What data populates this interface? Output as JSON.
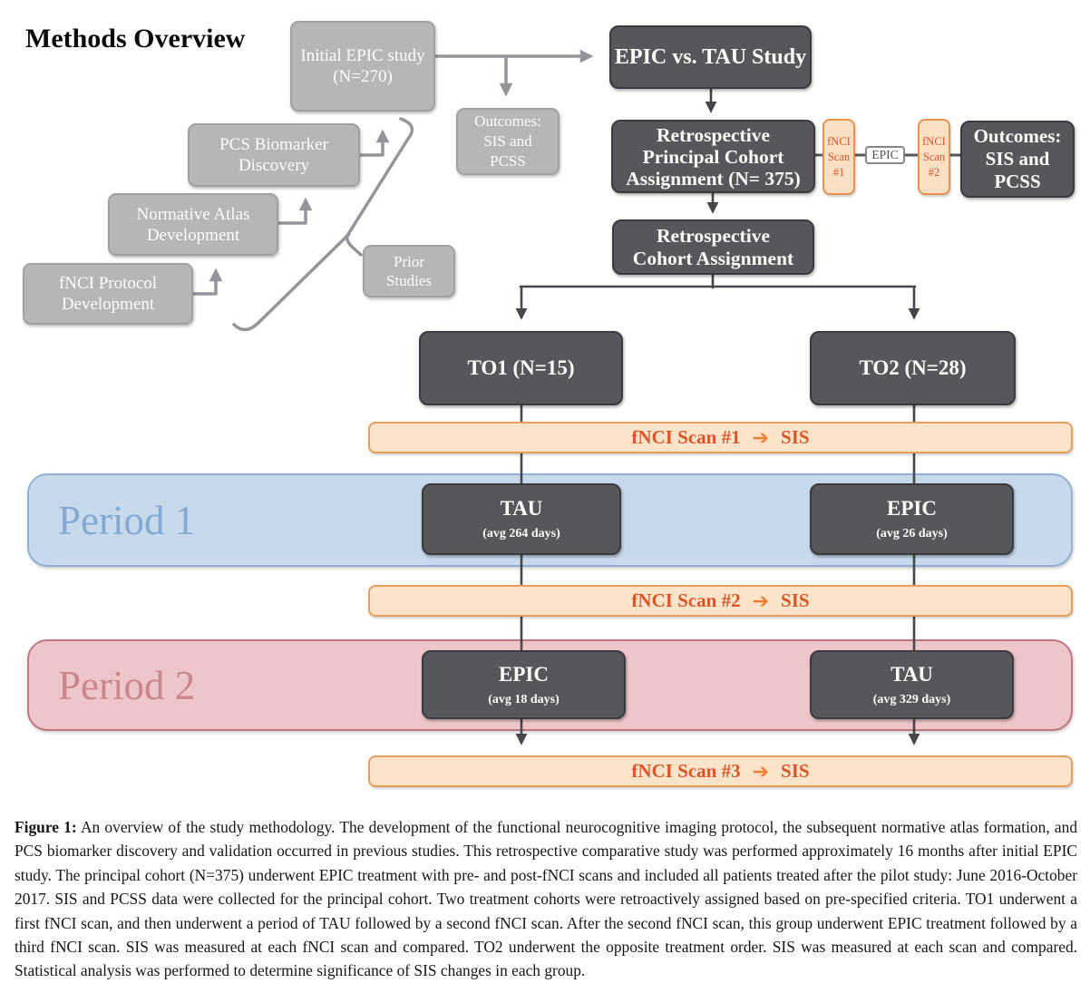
{
  "title": "Methods Overview",
  "colors": {
    "dark_box": "#56575a",
    "gray_box": "#b5b6b8",
    "orange_bar_bg": "#fbe4ca",
    "orange_border": "#e9924c",
    "orange_text": "#dc5529",
    "arrow_orange": "#ee7d2e",
    "period1_bg": "#c8d9ec",
    "period1_text": "#83a9d3",
    "period2_bg": "#eec6ca",
    "period2_text": "#c9868d"
  },
  "prior_cluster": {
    "initial_epic": {
      "line1": "Initial EPIC study",
      "line2": "(N=270)"
    },
    "pcs_biomarker": {
      "line1": "PCS Biomarker",
      "line2": "Discovery"
    },
    "normative_atlas": {
      "line1": "Normative Atlas",
      "line2": "Development"
    },
    "fnci_protocol": {
      "line1": "fNCI Protocol",
      "line2": "Development"
    },
    "prior_studies": {
      "line1": "Prior",
      "line2": "Studies"
    },
    "outcomes_gray": {
      "line1": "Outcomes:",
      "line2": "SIS and",
      "line3": "PCSS"
    }
  },
  "main_flow": {
    "epic_vs_tau": "EPIC vs. TAU Study",
    "retro_principal": {
      "line1": "Retrospective",
      "line2": "Principal Cohort",
      "line3": "Assignment (N= 375)"
    },
    "scan1": {
      "line1": "fNCI",
      "line2": "Scan",
      "line3": "#1"
    },
    "epic_small": "EPIC",
    "scan2": {
      "line1": "fNCI",
      "line2": "Scan",
      "line3": "#2"
    },
    "outcomes_dark": {
      "line1": "Outcomes:",
      "line2": "SIS and",
      "line3": "PCSS"
    },
    "retro_cohort": {
      "line1": "Retrospective",
      "line2": "Cohort Assignment"
    },
    "to1": "TO1 (N=15)",
    "to2": "TO2 (N=28)"
  },
  "periods": {
    "period1": {
      "label": "Period 1",
      "left": {
        "title": "TAU",
        "sub": "(avg 264 days)"
      },
      "right": {
        "title": "EPIC",
        "sub": "(avg 26 days)"
      }
    },
    "period2": {
      "label": "Period 2",
      "left": {
        "title": "EPIC",
        "sub": "(avg 18 days)"
      },
      "right": {
        "title": "TAU",
        "sub": "(avg 329 days)"
      }
    }
  },
  "scan_bars": [
    {
      "label": "fNCI Scan #1",
      "arrow": "➔",
      "result": "SIS"
    },
    {
      "label": "fNCI Scan #2",
      "arrow": "➔",
      "result": "SIS"
    },
    {
      "label": "fNCI Scan #3",
      "arrow": "➔",
      "result": "SIS"
    }
  ],
  "caption": {
    "label": "Figure 1:",
    "text": "An overview of the study methodology. The development of the functional neurocognitive imaging protocol, the subsequent normative atlas formation, and PCS biomarker discovery and validation occurred in previous studies. This retrospective comparative study was performed approximately 16 months after initial EPIC study. The principal cohort (N=375) underwent EPIC treatment with pre- and post-fNCI scans and included all patients treated after the pilot study: June 2016-October 2017. SIS and PCSS data were collected for the principal cohort. Two treatment cohorts were retroactively assigned based on pre-specified criteria. TO1 underwent a first fNCI scan, and then underwent a period of TAU followed by a second fNCI scan. After the second fNCI scan, this group underwent EPIC treatment followed by a third fNCI scan. SIS was measured at each fNCI scan and compared. TO2 underwent the opposite treatment order. SIS was measured at each scan and compared. Statistical analysis was performed to determine significance of SIS changes in each group."
  }
}
